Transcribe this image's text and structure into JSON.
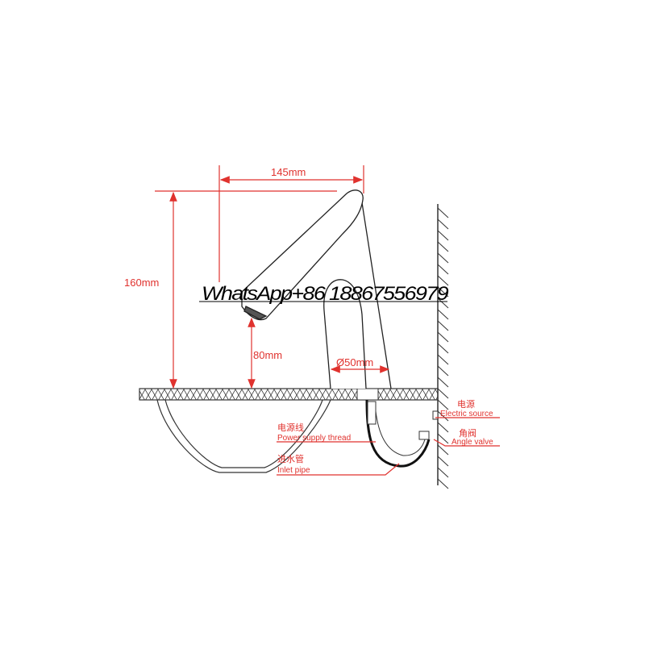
{
  "dimensions": {
    "spout_reach": "145mm",
    "total_height": "160mm",
    "outlet_height": "80mm",
    "body_diameter": "Ø50mm"
  },
  "callouts": {
    "electric_source_cn": "电源",
    "electric_source_en": "Electric source",
    "angle_valve_cn": "角阀",
    "angle_valve_en": "Angle valve",
    "power_supply_cn": "电源线",
    "power_supply_en": "Power supply thread",
    "inlet_pipe_cn": "进水管",
    "inlet_pipe_en": "Inlet pipe"
  },
  "watermark": "WhatsApp+86 18867556979",
  "colors": {
    "dimension": "#e0322e",
    "outline": "#222222"
  }
}
